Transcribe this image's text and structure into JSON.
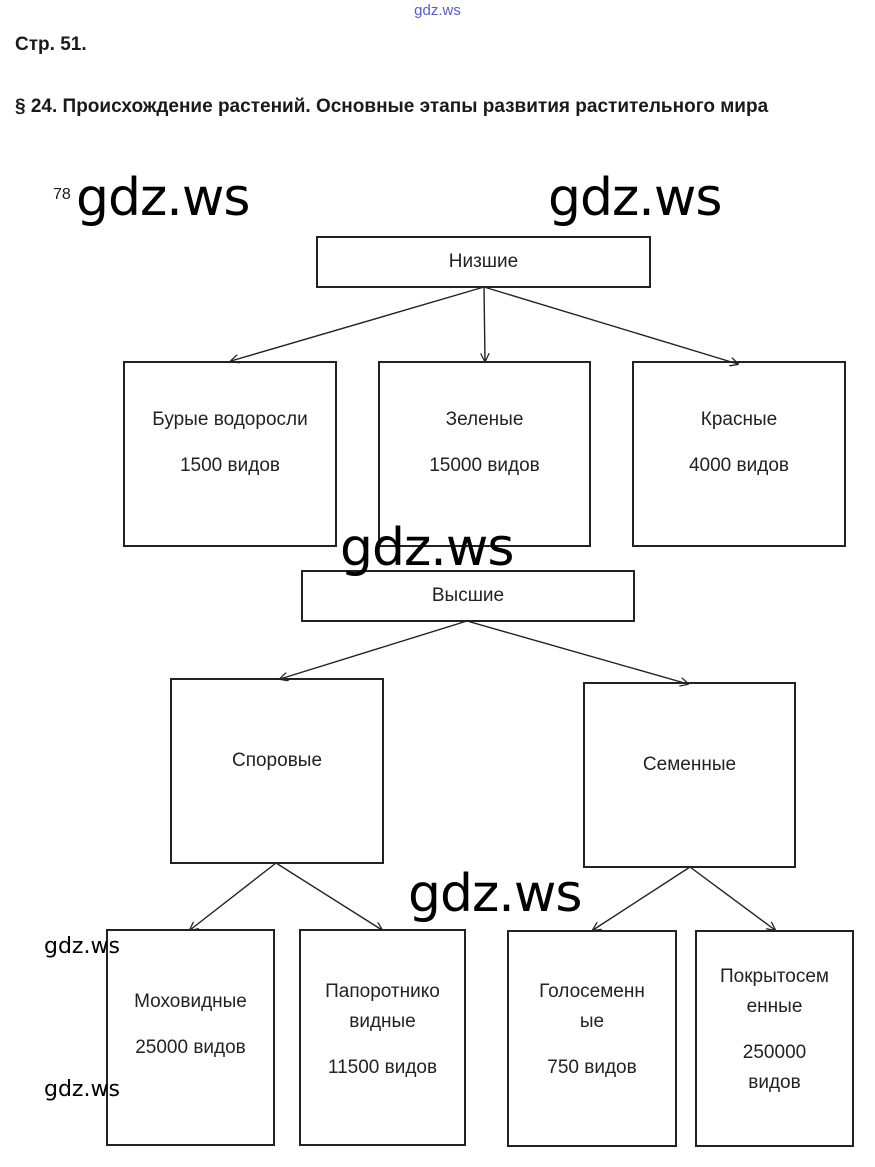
{
  "header": {
    "site_mark": "gdz.ws",
    "page_ref": "Стр. 51.",
    "section_title": "§ 24. Происхождение растений. Основные этапы развития растительного мира",
    "figure_number": "78"
  },
  "watermarks": [
    "gdz.ws",
    "gdz.ws",
    "gdz.ws",
    "gdz.ws",
    "gdz.ws",
    "gdz.ws"
  ],
  "diagram": {
    "lower": {
      "title": "Низшие",
      "children": [
        {
          "name": "Бурые водоросли",
          "count": "1500 видов"
        },
        {
          "name": "Зеленые",
          "count": "15000 видов"
        },
        {
          "name": "Красные",
          "count": "4000 видов"
        }
      ]
    },
    "higher": {
      "title": "Высшие",
      "groups": [
        {
          "name": "Споровые",
          "children": [
            {
              "name_lines": [
                "Моховидные"
              ],
              "count_lines": [
                "25000 видов"
              ]
            },
            {
              "name_lines": [
                "Папоротнико",
                "видные"
              ],
              "count_lines": [
                "11500 видов"
              ]
            }
          ]
        },
        {
          "name": "Семенные",
          "children": [
            {
              "name_lines": [
                "Голосеменн",
                "ые"
              ],
              "count_lines": [
                "750 видов"
              ]
            },
            {
              "name_lines": [
                "Покрытосем",
                "енные"
              ],
              "count_lines": [
                "250000",
                "видов"
              ]
            }
          ]
        }
      ]
    }
  }
}
